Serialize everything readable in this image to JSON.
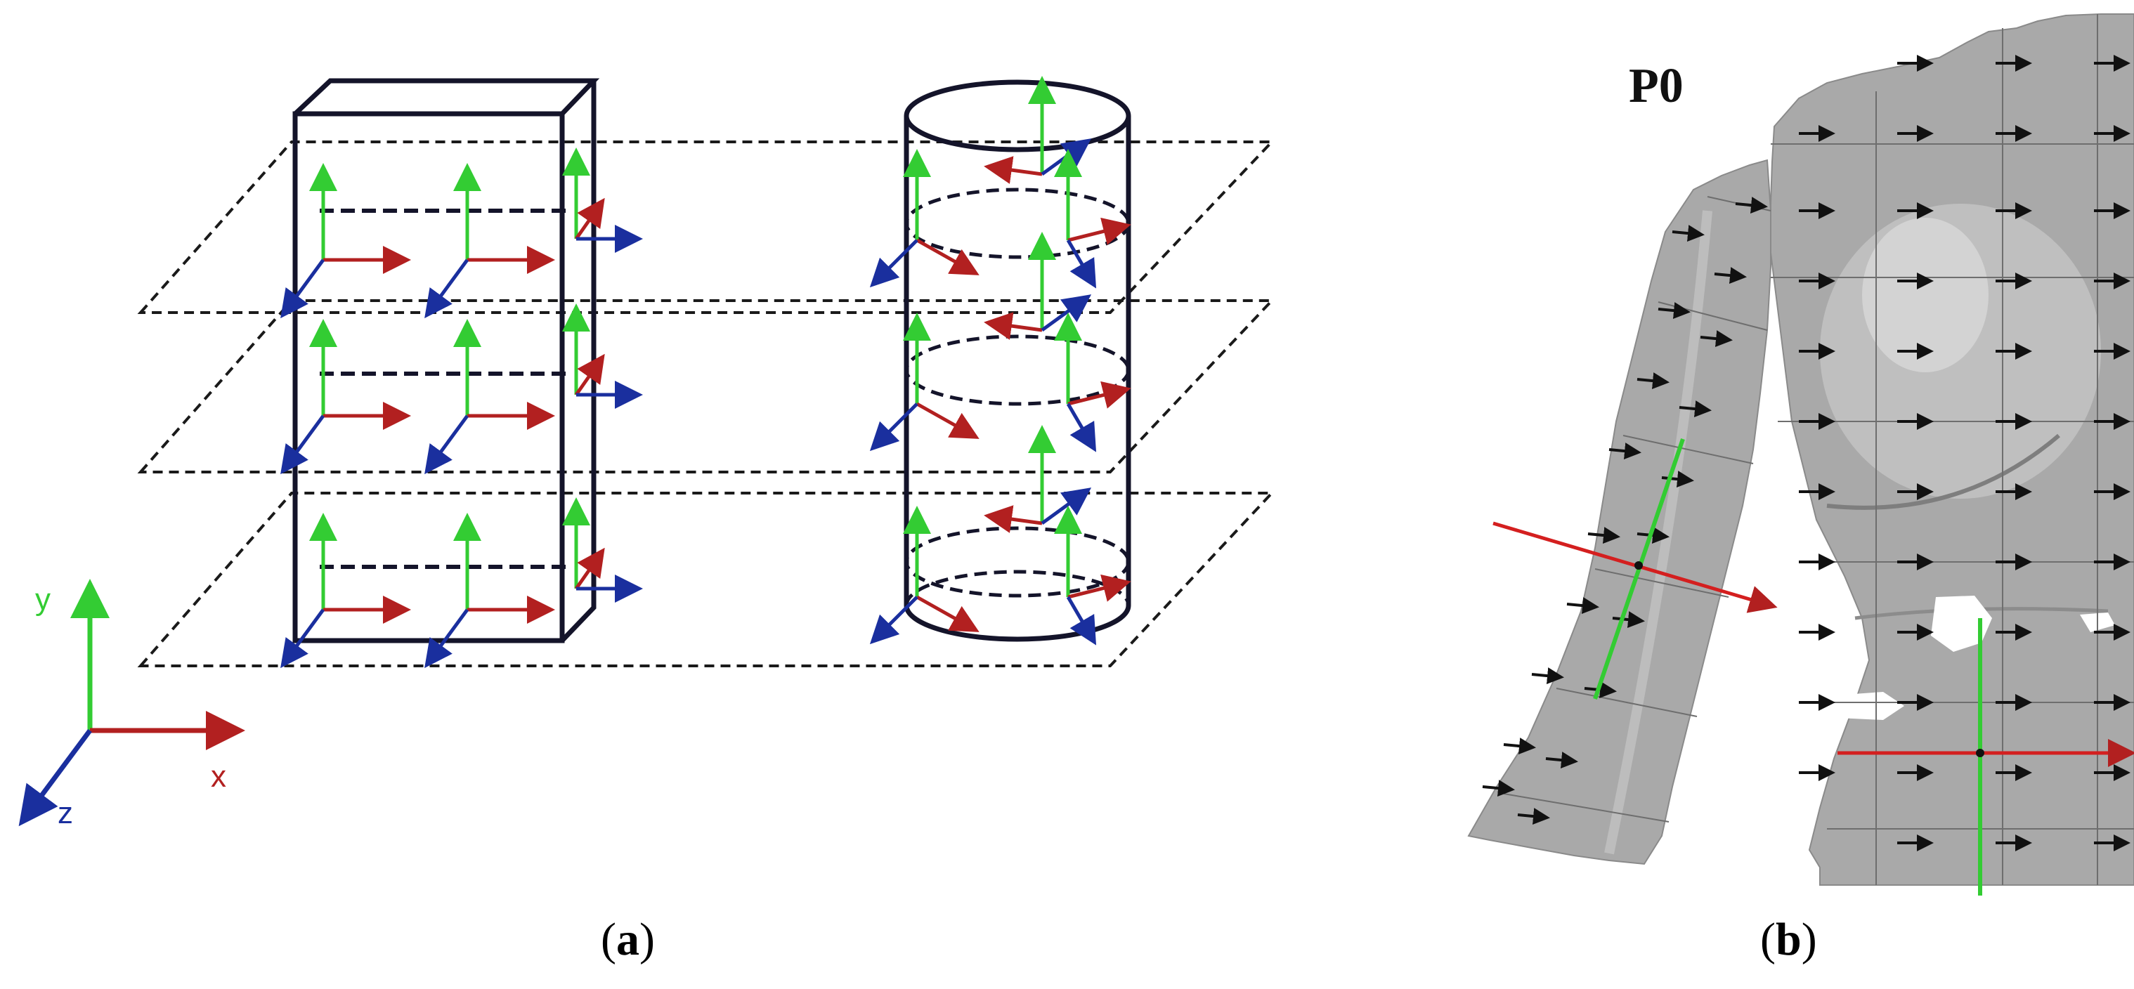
{
  "panel_a": {
    "axes": {
      "y": "y",
      "x": "x",
      "z": "z"
    },
    "caption": {
      "open": "(",
      "letter": "a",
      "close": ")"
    }
  },
  "panel_b": {
    "label": "P0",
    "caption": {
      "open": "(",
      "letter": "b",
      "close": ")"
    }
  },
  "colors": {
    "x_axis": "#b22020",
    "y_axis": "#33cc33",
    "z_axis": "#1a2f9e",
    "outline": "#14142a",
    "dashed": "#1a1a1a",
    "body_surface": "#a9a9a9"
  }
}
